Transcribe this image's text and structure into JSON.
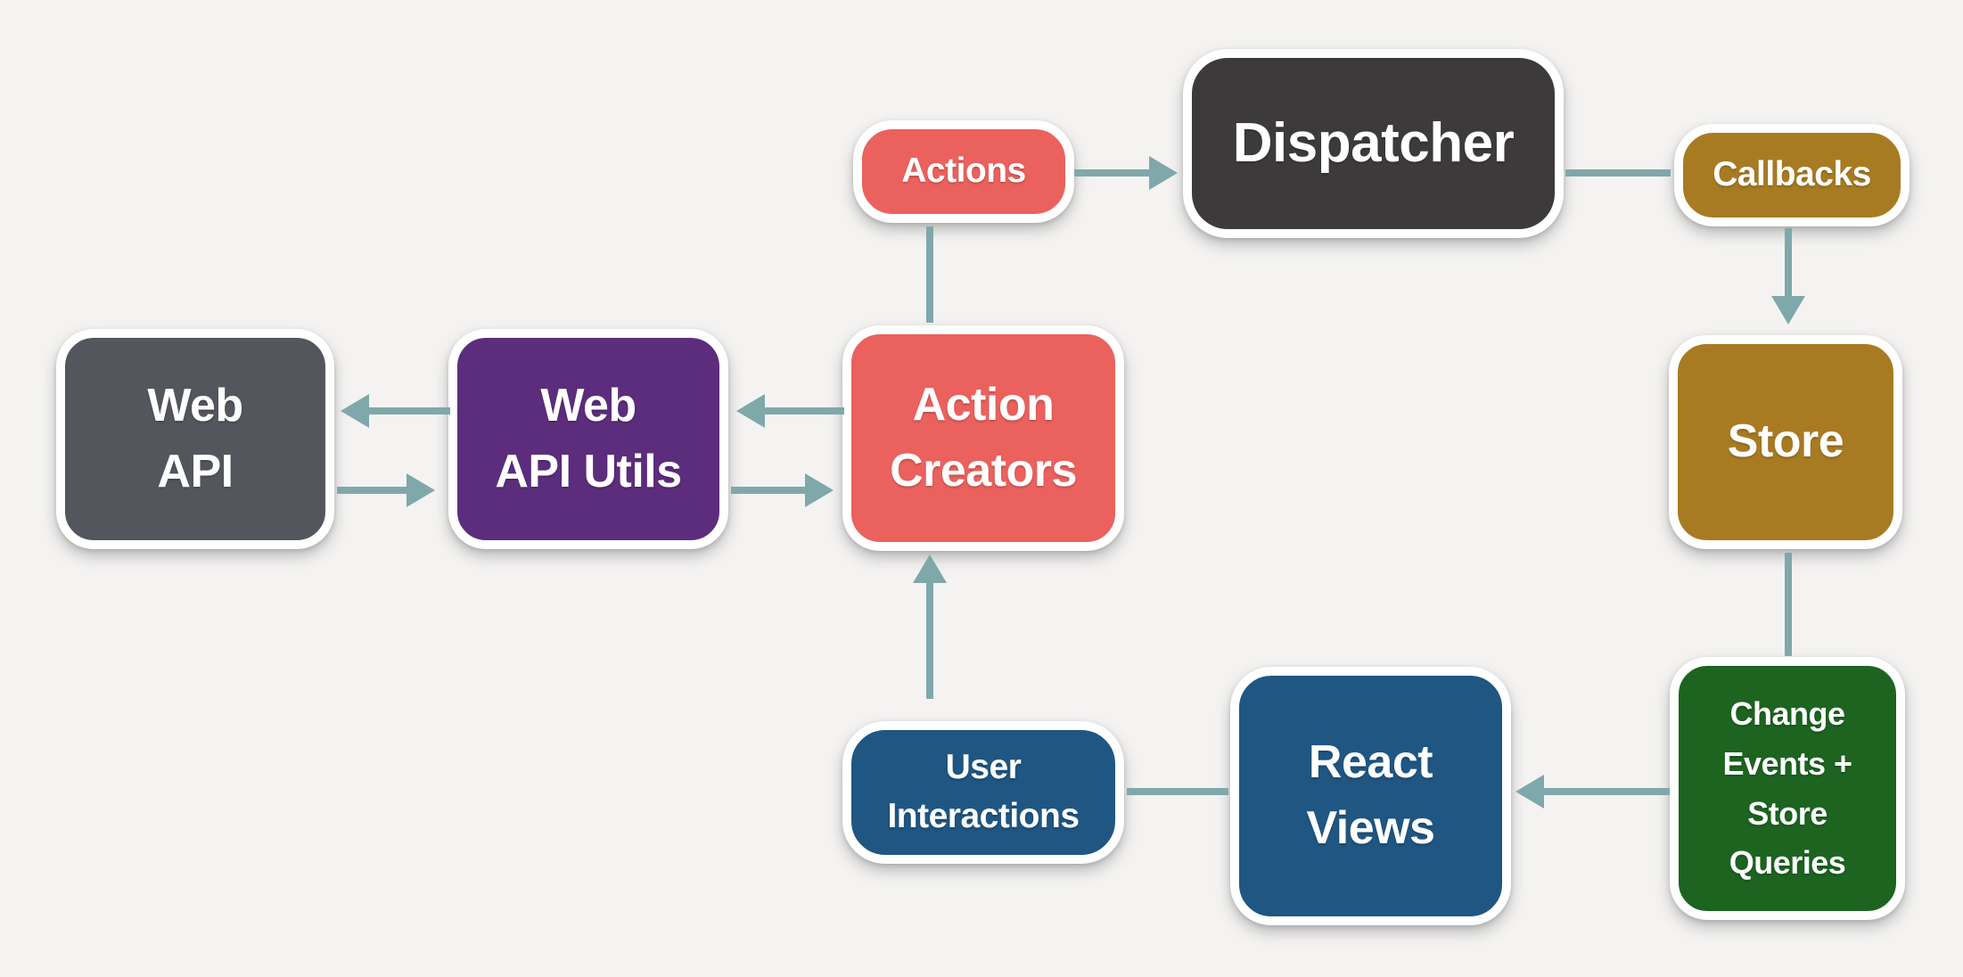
{
  "diagram_type": "flux-architecture-flow",
  "colors": {
    "background": "#F4F3F2",
    "edge": "#7FA8AB",
    "node_border": "#FFFFFF",
    "text": "#FFFFFF",
    "salmon": "#EB615D",
    "dark_gray": "#3D3A3B",
    "gold": "#A87B22",
    "green": "#1C6420",
    "blue": "#1F5682",
    "gray": "#54565E",
    "purple": "#5C2D7D"
  },
  "nodes": {
    "web_api": {
      "label": "Web\nAPI",
      "color": "gray"
    },
    "web_api_utils": {
      "label": "Web\nAPI Utils",
      "color": "purple"
    },
    "action_creators": {
      "label": "Action\nCreators",
      "color": "salmon"
    },
    "actions": {
      "label": "Actions",
      "color": "salmon"
    },
    "dispatcher": {
      "label": "Dispatcher",
      "color": "dark_gray"
    },
    "callbacks": {
      "label": "Callbacks",
      "color": "gold"
    },
    "store": {
      "label": "Store",
      "color": "gold"
    },
    "change_events": {
      "label": "Change\nEvents +\nStore\nQueries",
      "color": "green"
    },
    "react_views": {
      "label": "React\nViews",
      "color": "blue"
    },
    "user_interactions": {
      "label": "User\nInteractions",
      "color": "blue"
    }
  },
  "edges": [
    {
      "from": "actions",
      "to": "dispatcher",
      "arrowhead": "right"
    },
    {
      "from": "action_creators",
      "to": "actions",
      "arrowhead": "none"
    },
    {
      "from": "dispatcher",
      "to": "callbacks",
      "arrowhead": "none"
    },
    {
      "from": "callbacks",
      "to": "store",
      "arrowhead": "down"
    },
    {
      "from": "store",
      "to": "change_events",
      "arrowhead": "none"
    },
    {
      "from": "change_events",
      "to": "react_views",
      "arrowhead": "left"
    },
    {
      "from": "react_views",
      "to": "user_interactions",
      "arrowhead": "none"
    },
    {
      "from": "user_interactions",
      "to": "action_creators",
      "arrowhead": "up"
    },
    {
      "from": "web_api_utils",
      "to": "web_api",
      "arrowhead": "left"
    },
    {
      "from": "web_api",
      "to": "web_api_utils",
      "arrowhead": "right"
    },
    {
      "from": "action_creators",
      "to": "web_api_utils",
      "arrowhead": "left"
    },
    {
      "from": "web_api_utils",
      "to": "action_creators",
      "arrowhead": "right"
    }
  ]
}
